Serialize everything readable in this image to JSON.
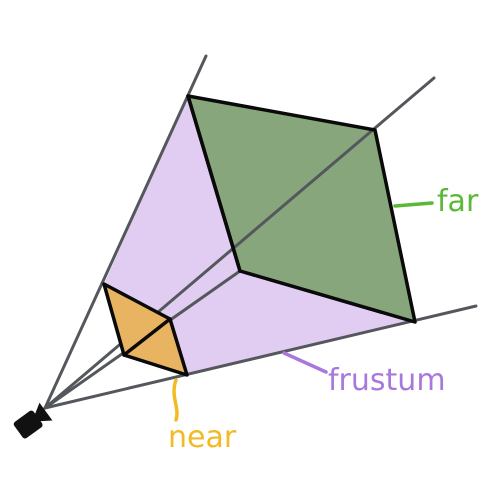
{
  "labels": {
    "far": "far",
    "frustum": "frustum",
    "near": "near"
  },
  "colors": {
    "frustum_fill": "#e2cdf2",
    "far_plane_fill": "#87a67c",
    "near_plane_fill": "#e8b462",
    "far_label": "#5cb838",
    "frustum_label": "#a878dc",
    "near_label": "#f2bb25",
    "ray_stroke": "#54575c",
    "edge_stroke": "#0a0a0a",
    "camera_fill": "#111111"
  }
}
